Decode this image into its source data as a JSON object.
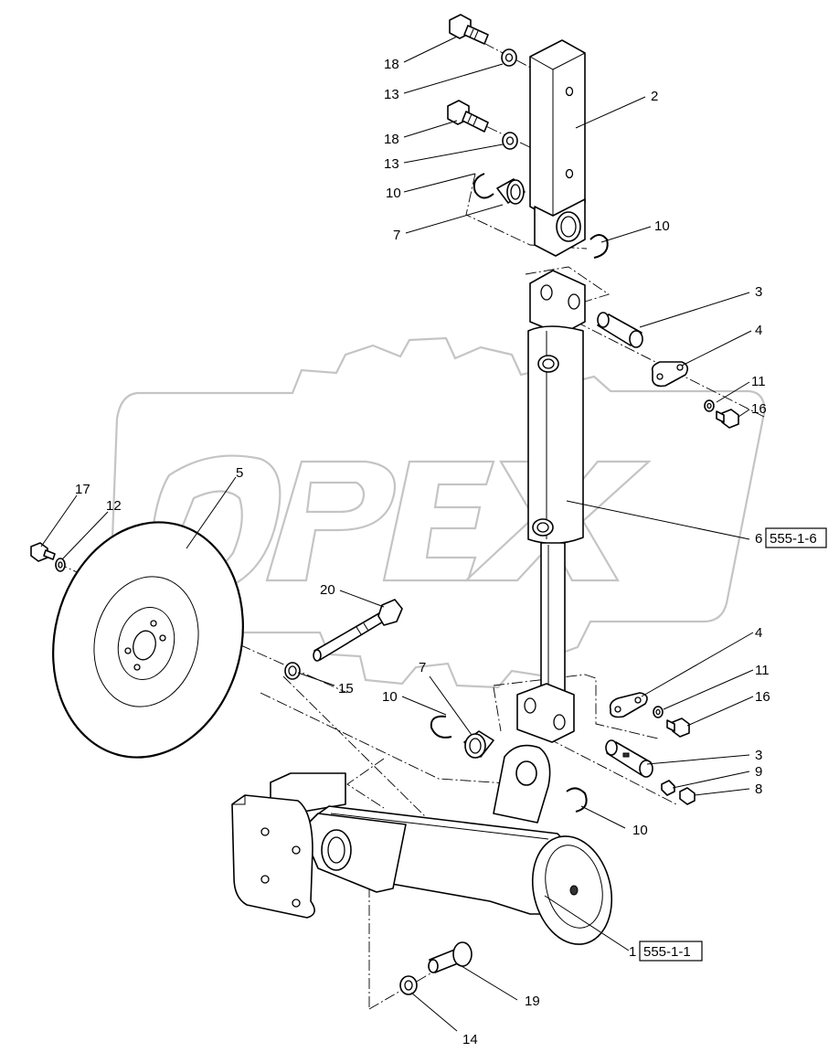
{
  "diagram": {
    "watermark_text": "OPEX",
    "callouts": [
      {
        "id": "c18a",
        "label": "18"
      },
      {
        "id": "c13a",
        "label": "13"
      },
      {
        "id": "c2",
        "label": "2"
      },
      {
        "id": "c18b",
        "label": "18"
      },
      {
        "id": "c13b",
        "label": "13"
      },
      {
        "id": "c10a",
        "label": "10"
      },
      {
        "id": "c7a",
        "label": "7"
      },
      {
        "id": "c10b",
        "label": "10"
      },
      {
        "id": "c3a",
        "label": "3"
      },
      {
        "id": "c4a",
        "label": "4"
      },
      {
        "id": "c11a",
        "label": "11"
      },
      {
        "id": "c16a",
        "label": "16"
      },
      {
        "id": "c5",
        "label": "5"
      },
      {
        "id": "c17",
        "label": "17"
      },
      {
        "id": "c12",
        "label": "12"
      },
      {
        "id": "c6",
        "label": "6",
        "ref": "555-1-6"
      },
      {
        "id": "c20",
        "label": "20"
      },
      {
        "id": "c15",
        "label": "15"
      },
      {
        "id": "c7b",
        "label": "7"
      },
      {
        "id": "c10c",
        "label": "10"
      },
      {
        "id": "c4b",
        "label": "4"
      },
      {
        "id": "c11b",
        "label": "11"
      },
      {
        "id": "c16b",
        "label": "16"
      },
      {
        "id": "c3b",
        "label": "3"
      },
      {
        "id": "c9",
        "label": "9"
      },
      {
        "id": "c8",
        "label": "8"
      },
      {
        "id": "c10d",
        "label": "10"
      },
      {
        "id": "c1",
        "label": "1",
        "ref": "555-1-1"
      },
      {
        "id": "c19",
        "label": "19"
      },
      {
        "id": "c14",
        "label": "14"
      }
    ]
  }
}
